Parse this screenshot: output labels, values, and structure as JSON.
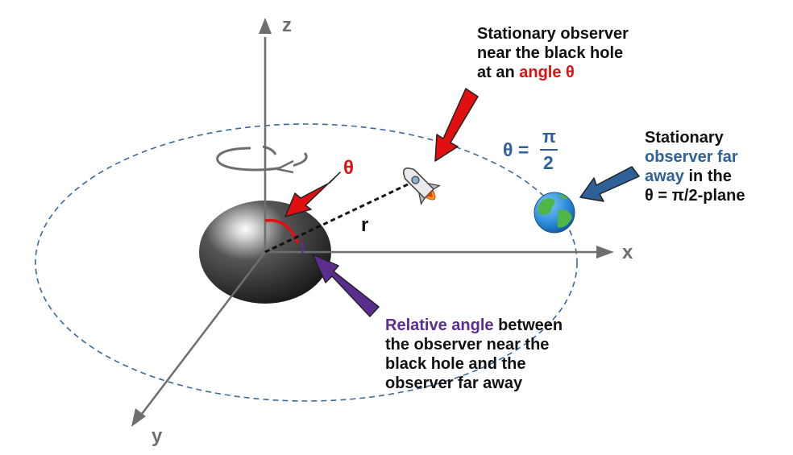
{
  "axes": {
    "z_label": "z",
    "x_label": "x",
    "y_label": "y"
  },
  "labels": {
    "radius": "r",
    "theta": "θ",
    "theta_plane_lhs": "θ =",
    "theta_plane_num": "π",
    "theta_plane_den": "2"
  },
  "near_observer": {
    "line1": "Stationary observer",
    "line2": "near the black hole",
    "line3_prefix": "at an ",
    "line3_highlight": "angle θ"
  },
  "far_observer": {
    "line1": "Stationary",
    "line2": "observer far",
    "line3_highlight": "away",
    "line3_suffix": " in the",
    "line4": "θ = π/2-plane"
  },
  "relative_angle": {
    "highlight": "Relative angle",
    "line1_suffix": " between",
    "line2": "the observer near the",
    "line3": "black hole and the",
    "line4": "observer far away"
  },
  "icons": {
    "rocket": "rocket-icon",
    "earth": "earth-icon",
    "rotation": "rotation-arrow-icon",
    "black_hole": "black-hole-icon"
  },
  "colors": {
    "red_accent": "#e01010",
    "blue_accent": "#2e6198",
    "purple_accent": "#5b2d8e",
    "axis_gray": "#6e6e6e",
    "orbit_blue": "#3a6a9a"
  }
}
